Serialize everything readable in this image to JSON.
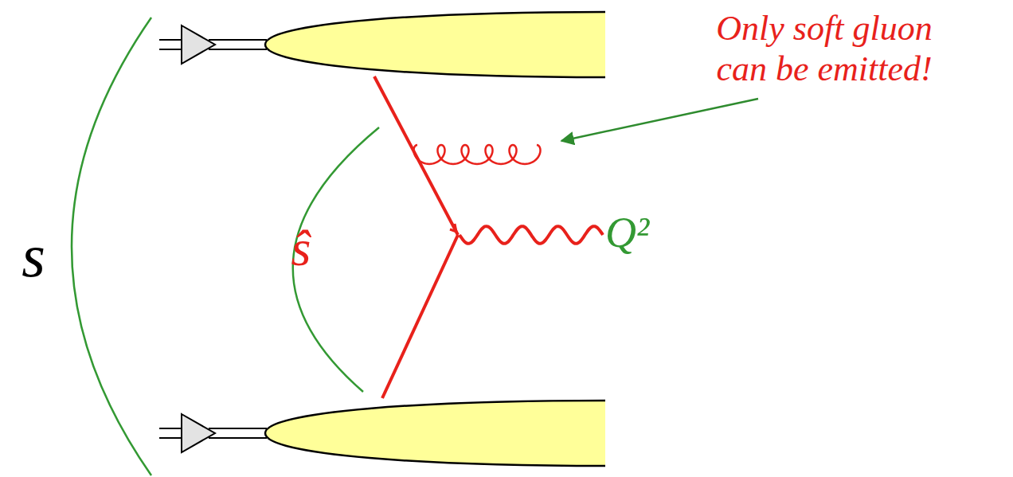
{
  "diagram": {
    "labels": [
      "s",
      "ŝ",
      "Q²",
      "Only soft gluon can be emitted!"
    ]
  }
}
